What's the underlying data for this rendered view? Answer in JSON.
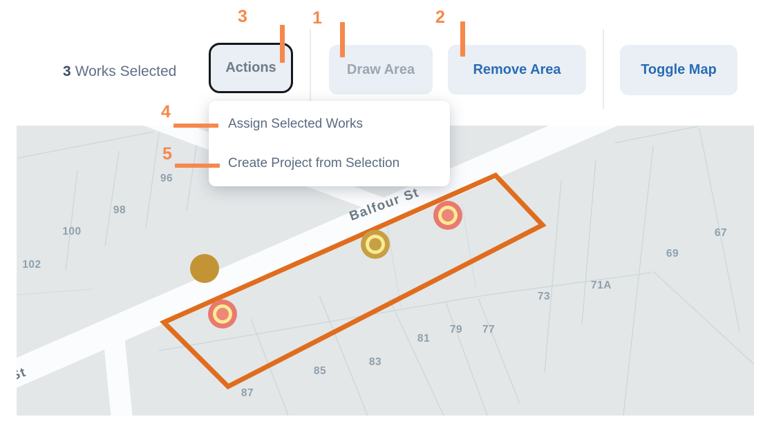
{
  "toolbar": {
    "selected_count": "3",
    "selected_label": "Works Selected",
    "actions": "Actions",
    "draw_area": "Draw Area",
    "remove_area": "Remove Area",
    "toggle_map": "Toggle Map"
  },
  "actions_menu": {
    "assign": "Assign Selected Works",
    "create_project": "Create Project from Selection"
  },
  "steps": {
    "s1": "1",
    "s2": "2",
    "s3": "3",
    "s4": "4",
    "s5": "5"
  },
  "map": {
    "street_main": "Balfour St",
    "street_partial": "St",
    "parcels": {
      "p96": "96",
      "p98": "98",
      "p100": "100",
      "p102": "102",
      "p67": "67",
      "p69": "69",
      "p71a": "71A",
      "p73": "73",
      "p77": "77",
      "p79": "79",
      "p81": "81",
      "p83": "83",
      "p85": "85",
      "p87": "87"
    }
  },
  "colors": {
    "annotation_orange": "#F6884B",
    "selection_outline": "#E06D1D",
    "marker_red": "#E97A70",
    "marker_red_inner": "#EC8779",
    "marker_ring_yellow": "#F9EB93",
    "marker_mustard": "#C79F44",
    "marker_solid_yellow": "#C39434",
    "button_blue_text": "#2B6CB5",
    "map_background": "#E3E7E8",
    "road_white": "#FBFCFD"
  }
}
